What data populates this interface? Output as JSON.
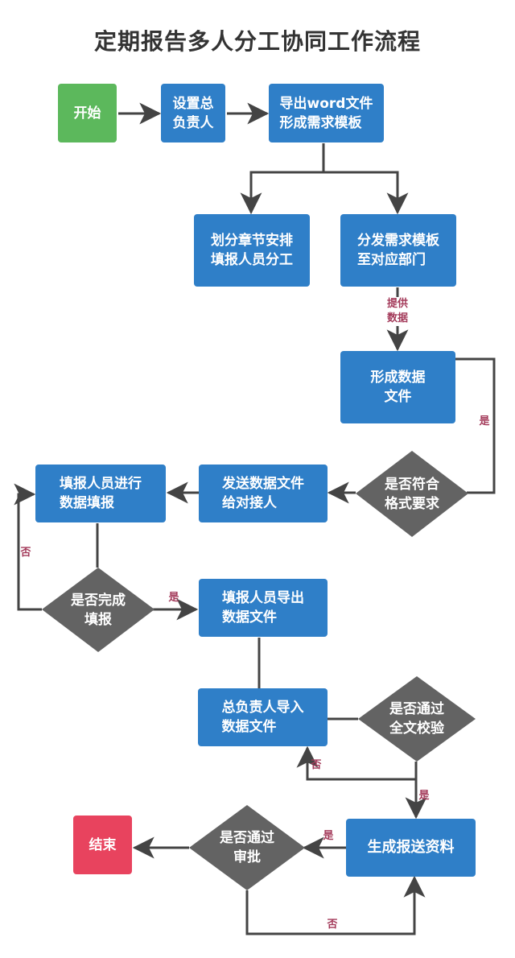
{
  "title": "定期报告多人分工协同工作流程",
  "colors": {
    "process": "#2f7fc8",
    "start": "#5cb85c",
    "end": "#e8435e",
    "decision": "#636363",
    "edge": "#444444",
    "edge_label": "#a33a5a"
  },
  "nodes": {
    "start": "开始",
    "set_owner": "设置总\n负责人",
    "export_word": "导出word文件\n形成需求模板",
    "divide_chapters": "划分章节安排\n填报人员分工",
    "distribute_template": "分发需求模板\n至对应部门",
    "form_data_file": "形成数据\n文件",
    "check_format": "是否符合\n格式要求",
    "send_data_file": "发送数据文件\n给对接人",
    "fill_data": "填报人员进行\n数据填报",
    "check_fill_done": "是否完成\n填报",
    "export_data_file": "填报人员导出\n数据文件",
    "import_data_file": "总负责人导入\n数据文件",
    "check_full_text": "是否通过\n全文校验",
    "generate_report": "生成报送资料",
    "check_approval": "是否通过\n审批",
    "end": "结束"
  },
  "edge_labels": {
    "provide_data": "提供\n数据",
    "format_yes": "是",
    "fill_no": "否",
    "fill_yes": "是",
    "fulltext_no": "否",
    "fulltext_yes": "是",
    "approval_yes": "是",
    "approval_no": "否"
  }
}
